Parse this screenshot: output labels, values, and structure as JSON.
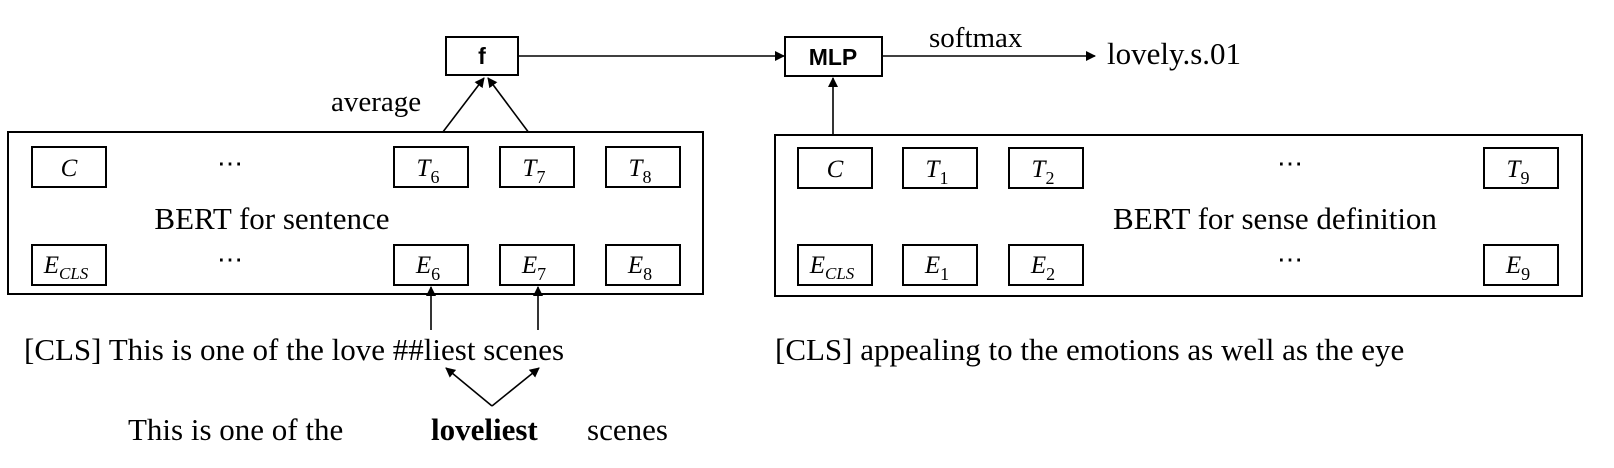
{
  "top": {
    "f_label": "f",
    "mlp_label": "MLP",
    "softmax_label": "softmax",
    "output_label": "lovely.s.01",
    "average_label": "average"
  },
  "left_bert": {
    "title": "BERT for sentence",
    "dots": "⋯",
    "tokens_top": [
      {
        "base": "C",
        "sub": ""
      },
      {
        "base": "T",
        "sub": "6"
      },
      {
        "base": "T",
        "sub": "7"
      },
      {
        "base": "T",
        "sub": "8"
      }
    ],
    "tokens_bottom": [
      {
        "base": "E",
        "sub": "CLS"
      },
      {
        "base": "E",
        "sub": "6"
      },
      {
        "base": "E",
        "sub": "7"
      },
      {
        "base": "E",
        "sub": "8"
      }
    ],
    "input_text": "[CLS] This is one of the love ##liest scenes",
    "original_prefix": "This is one of the",
    "original_word": "loveliest",
    "original_suffix": "scenes"
  },
  "right_bert": {
    "title": "BERT for sense definition",
    "dots": "⋯",
    "tokens_top": [
      {
        "base": "C",
        "sub": ""
      },
      {
        "base": "T",
        "sub": "1"
      },
      {
        "base": "T",
        "sub": "2"
      },
      {
        "base": "T",
        "sub": "9"
      }
    ],
    "tokens_bottom": [
      {
        "base": "E",
        "sub": "CLS"
      },
      {
        "base": "E",
        "sub": "1"
      },
      {
        "base": "E",
        "sub": "2"
      },
      {
        "base": "E",
        "sub": "9"
      }
    ],
    "input_text": "[CLS] appealing to the emotions as well as the eye"
  }
}
